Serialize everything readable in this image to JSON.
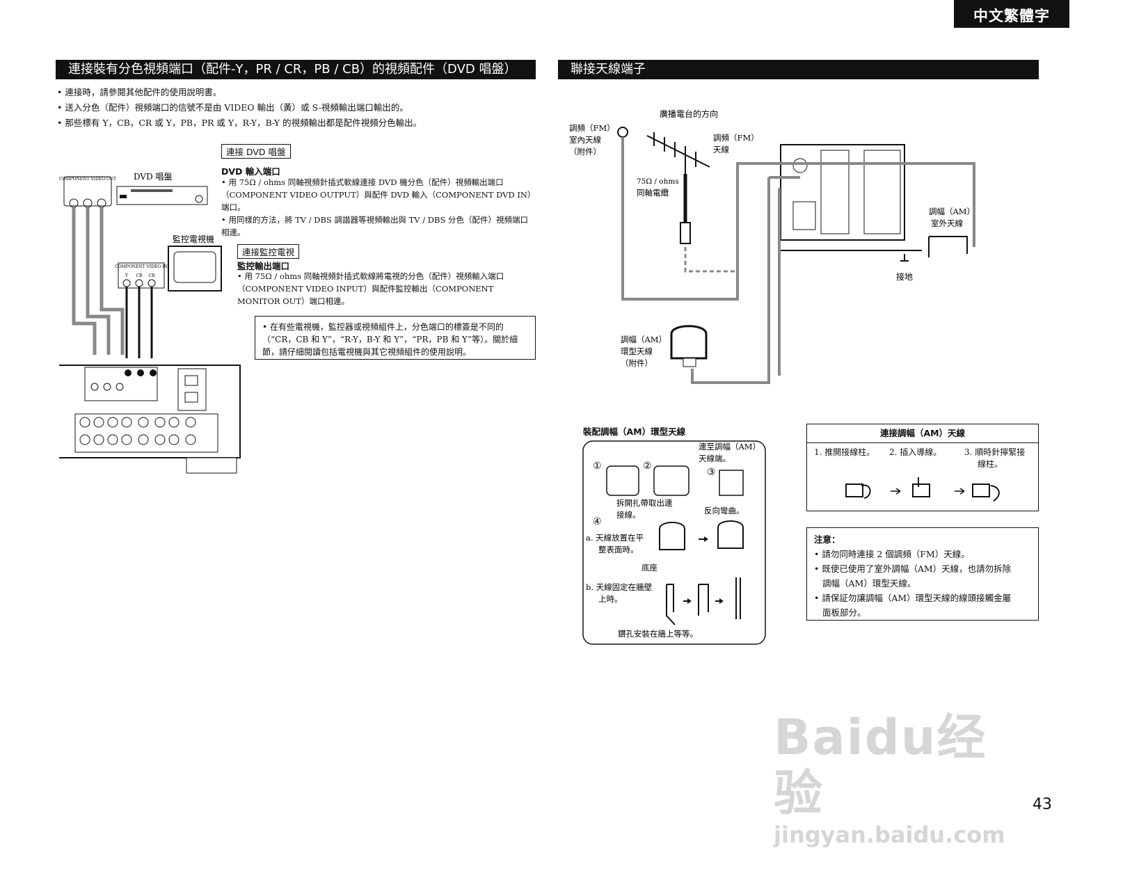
{
  "lang_tab": "中文繁體字",
  "left": {
    "title": "連接裝有分色視頻端口（配件-Y，PR / CR，PB / CB）的視頻配件（DVD 唱盤）",
    "bullets": [
      "• 連接時，請參閱其他配件的使用說明書。",
      "• 送入分色（配件）視頻端口的信號不是由 VIDEO 輸出（黃）或 S-視頻輸出端口輸出的。",
      "• 那些標有 Y，CB，CR 或 Y，PB，PR 或 Y，R-Y，B-Y 的視頻輸出都是配件視頻分色輸出。"
    ],
    "dvd_box_label": "連接 DVD 唱盤",
    "dvd_subhead": "DVD 輸入端口",
    "dvd_items": [
      "• 用 75Ω / ohms 同軸視頻針插式軟線連接 DVD 機分色（配件）視頻輸出端口（COMPONENT VIDEO OUTPUT）與配件 DVD 輸入（COMPONENT DVD IN）端口。",
      "• 用同樣的方法，將 TV / DBS 調諧器等視頻輸出與 TV / DBS 分色（配件）視頻端口相連。"
    ],
    "monitor_box_label": "連接監控電視",
    "monitor_subhead": "監控輸出端口",
    "monitor_item": "• 用 75Ω / ohms 同軸視頻針插式軟線將電視的分色（配件）視頻輸入端口（COMPONENT VIDEO INPUT）與配件監控輸出（COMPONENT MONITOR OUT）端口相連。",
    "note": "• 在有些電視機，監控器或視頻組件上，分色端口的標簽是不同的（“CR，CB 和 Y”，“R-Y，B-Y 和 Y”，“PR，PB 和 Y”等）。關於細節，請仔細閱讀包括電視機與其它視頻組件的使用說明。",
    "diagram": {
      "component_video_out": "COMPONENT VIDEO OUT",
      "dvd_label": "DVD 唱盤",
      "monitor_label": "監控電視機",
      "component_video_in": "COMPONENT VIDEO IN",
      "y": "Y",
      "cb": "CB",
      "cr": "CR"
    }
  },
  "right": {
    "title": "聯接天線端子",
    "diagram": {
      "broadcast_direction": "廣播電台的方向",
      "fm_indoor": [
        "調頻（FM）",
        "室內天線",
        "（附件）"
      ],
      "fm_antenna": [
        "調頻（FM）",
        "天線"
      ],
      "coax": [
        "75Ω / ohms",
        "同軸電纜"
      ],
      "am_outdoor": [
        "調幅（AM）",
        "室外天線"
      ],
      "ground": "接地",
      "am_loop": [
        "調幅（AM）",
        "環型天線",
        "（附件）"
      ]
    },
    "assembly": {
      "title": "裝配調幅（AM）環型天線",
      "connect_to": [
        "連至調幅（AM）",
        "天線端。"
      ],
      "step1_caption": [
        "拆開扎帶取出連",
        "接線。"
      ],
      "step3_caption": "反向彎曲。",
      "step_a": [
        "a. 天線放置在平",
        "整表面時。"
      ],
      "base": "底座",
      "step_b": [
        "b. 天線固定在牆壁",
        "上時。"
      ],
      "wall_caption": "鑽孔安裝在牆上等等。",
      "nums": [
        "①",
        "②",
        "③",
        "④"
      ]
    },
    "am_connect": {
      "title": "連接調幅（AM）天線",
      "step1": "1. 推開接線柱。",
      "step2": "2. 插入導線。",
      "step3": [
        "3. 順時針擰緊接",
        "線柱。"
      ]
    },
    "caution": {
      "title": "注意：",
      "items": [
        "• 請勿同時連接 2 個調頻（FM）天線。",
        "• 既使已使用了室外調幅（AM）天線，也請勿拆除",
        "調幅（AM）環型天線。",
        "• 請保証勿讓調幅（AM）環型天線的線頭接觸金屬",
        "面板部分。"
      ]
    }
  },
  "watermark": {
    "brand": "Baidu经验",
    "url": "jingyan.baidu.com"
  },
  "page_number": "43"
}
